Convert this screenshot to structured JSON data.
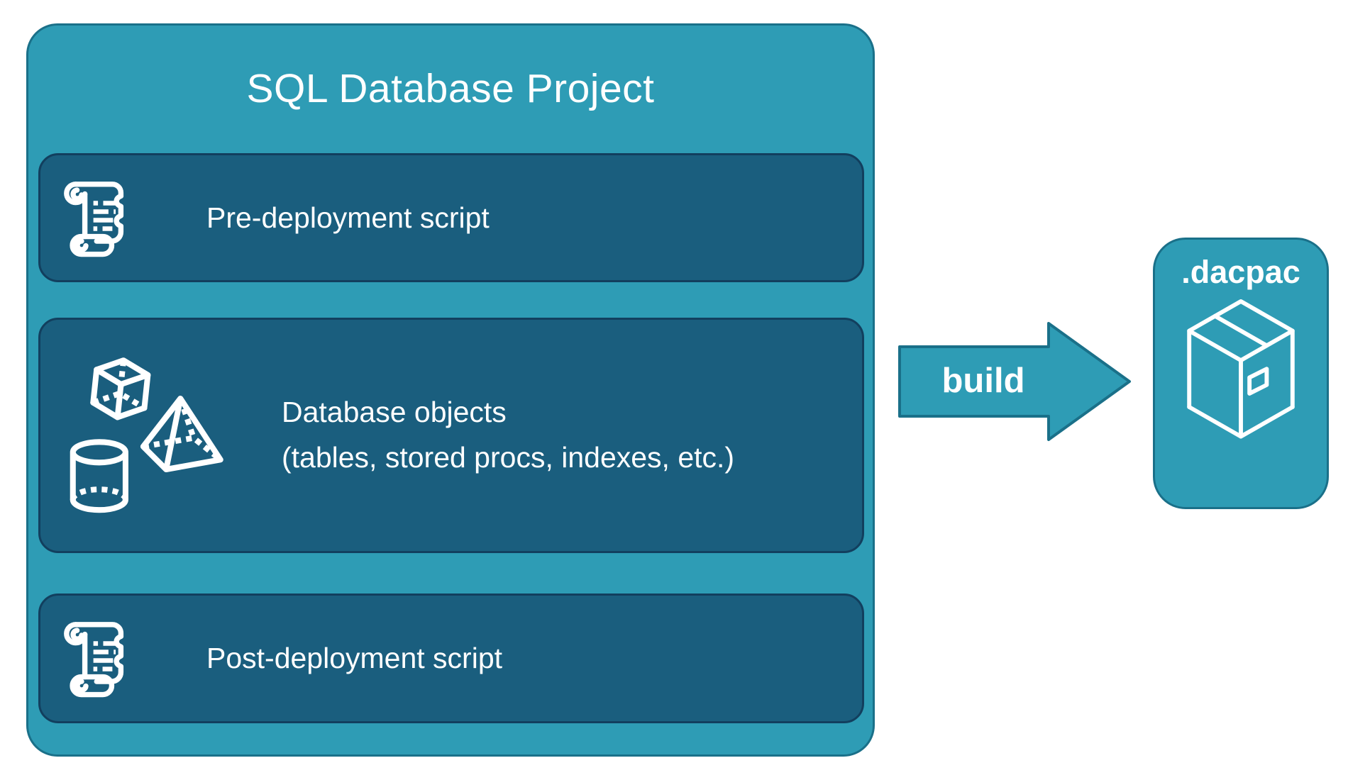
{
  "colors": {
    "teal": "#2E9CB5",
    "teal_border": "#1A7089",
    "panel": "#1A5E7E",
    "panel_border": "#123F5E",
    "text": "#FFFFFF"
  },
  "project": {
    "title": "SQL Database Project",
    "items": [
      {
        "label": "Pre-deployment script",
        "icon": "scroll-icon"
      },
      {
        "label": "Database objects",
        "sublabel": "(tables, stored procs, indexes, etc.)",
        "icon": "geometric-shapes-icon"
      },
      {
        "label": "Post-deployment script",
        "icon": "scroll-icon"
      }
    ]
  },
  "arrow": {
    "label": "build"
  },
  "artifact": {
    "label": ".dacpac",
    "icon": "package-icon"
  }
}
